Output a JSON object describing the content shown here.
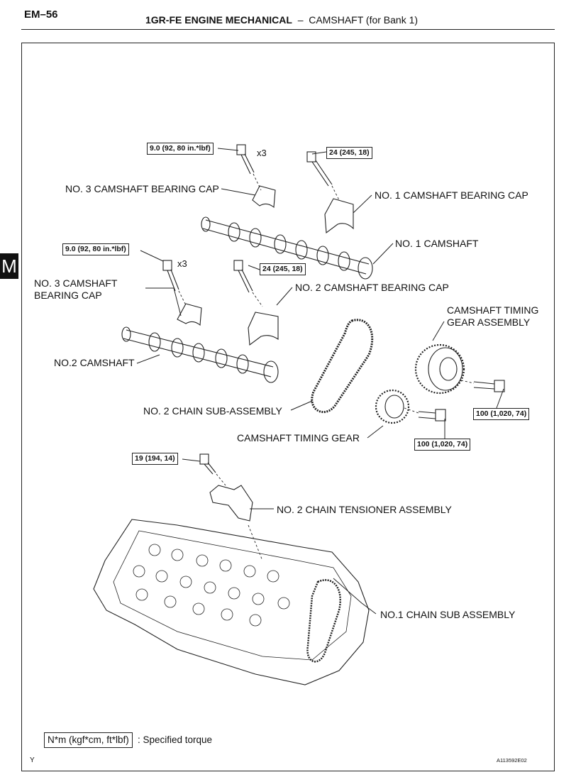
{
  "header": {
    "page_code": "EM–56",
    "section": "1GR-FE ENGINE MECHANICAL",
    "separator": "–",
    "subsection": "CAMSHAFT (for Bank 1)"
  },
  "side_tab": "M",
  "torque_specs": {
    "t1": "9.0 (92, 80 in.*lbf)",
    "t2": "24 (245, 18)",
    "t3": "9.0 (92, 80 in.*lbf)",
    "t4": "24 (245, 18)",
    "t5": "100 (1,020, 74)",
    "t6": "100 (1,020, 74)",
    "t7": "19 (194, 14)"
  },
  "multipliers": {
    "m1": "x3",
    "m2": "x3"
  },
  "labels": {
    "no3_cap_upper": "NO. 3 CAMSHAFT BEARING CAP",
    "no1_cap": "NO. 1 CAMSHAFT BEARING CAP",
    "no1_camshaft": "NO. 1 CAMSHAFT",
    "no3_cap_lower_1": "NO. 3 CAMSHAFT",
    "no3_cap_lower_2": "BEARING CAP",
    "no2_cap": "NO. 2 CAMSHAFT BEARING CAP",
    "timing_gear_assy_1": "CAMSHAFT TIMING",
    "timing_gear_assy_2": "GEAR ASSEMBLY",
    "no2_camshaft": "NO.2 CAMSHAFT",
    "no2_chain": "NO. 2 CHAIN SUB-ASSEMBLY",
    "timing_gear": "CAMSHAFT TIMING GEAR",
    "no2_tensioner": "NO. 2 CHAIN TENSIONER ASSEMBLY",
    "no1_chain": "NO.1 CHAIN SUB ASSEMBLY"
  },
  "legend": {
    "unit": "N*m (kgf*cm, ft*lbf)",
    "text": ": Specified torque"
  },
  "footer": {
    "corner": "Y",
    "figure_code": "A113592E02"
  }
}
